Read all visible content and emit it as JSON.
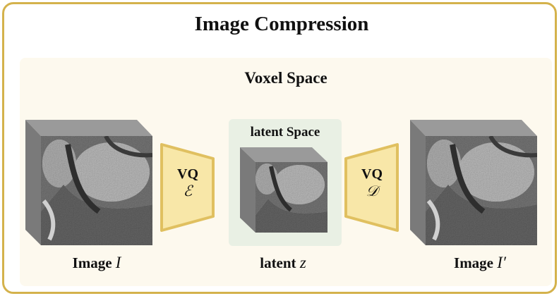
{
  "title": "Image Compression",
  "voxel_space": {
    "title": "Voxel Space"
  },
  "latent_space": {
    "title": "latent Space"
  },
  "input": {
    "label": "Image ",
    "symbol": "I"
  },
  "encoder": {
    "label": "VQ",
    "symbol": "ℰ"
  },
  "latent": {
    "label": "latent ",
    "symbol": "z"
  },
  "decoder": {
    "label": "VQ",
    "symbol": "𝒟"
  },
  "output": {
    "label": "Image ",
    "symbol": "I′"
  },
  "colors": {
    "frame_border": "#d4b24c",
    "panel_bg": "#fdf9ee",
    "latent_bg": "#e9f0e4",
    "trapezoid_fill": "#f8e7a8",
    "trapezoid_stroke": "#e0c060",
    "cube_side": "#7a7a7a"
  }
}
